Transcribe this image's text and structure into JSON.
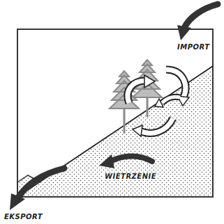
{
  "diagram": {
    "labels": [
      "IMPORT",
      "WIETRZENIE",
      "EKSPORT"
    ]
  }
}
